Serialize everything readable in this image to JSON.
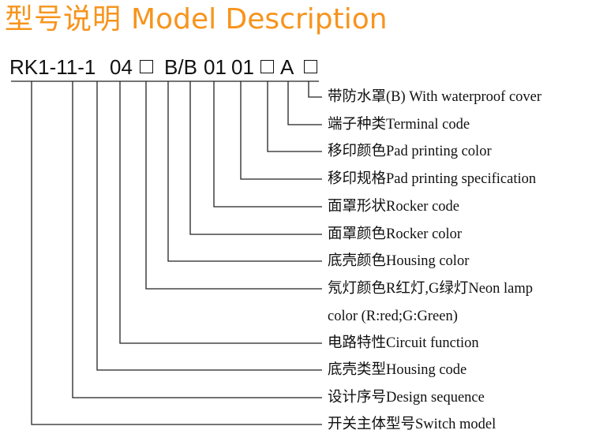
{
  "title": {
    "cn": "型号说明",
    "en": "Model Description"
  },
  "accent_color": "#F7941D",
  "model_code": {
    "part1": "RK1-11-1",
    "part2": "04",
    "part3": "B/B",
    "part4": "01",
    "part5": "01",
    "part6": "A",
    "placeholder_box_count": 3
  },
  "descriptions": [
    {
      "cn": "带防水罩(B)",
      "en": " With waterproof cover"
    },
    {
      "cn": "端子种类",
      "en": "Terminal code"
    },
    {
      "cn": "移印颜色",
      "en": "Pad printing color"
    },
    {
      "cn": "移印规格",
      "en": "Pad printing specification"
    },
    {
      "cn": "面罩形状",
      "en": "Rocker code"
    },
    {
      "cn": "面罩颜色",
      "en": "Rocker color"
    },
    {
      "cn": "底壳颜色",
      "en": "Housing color"
    },
    {
      "cn": "氖灯颜色R红灯,G绿灯",
      "en": "Neon lamp"
    },
    {
      "cn": "",
      "en": "color (R:red;G:Green)"
    },
    {
      "cn": "电路特性",
      "en": "Circuit function"
    },
    {
      "cn": "底壳类型",
      "en": "Housing code"
    },
    {
      "cn": "设计序号",
      "en": "Design sequence"
    },
    {
      "cn": "开关主体型号",
      "en": "Switch model"
    }
  ]
}
